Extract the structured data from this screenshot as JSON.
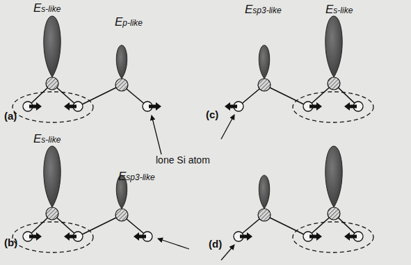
{
  "diagram": {
    "labels": [
      "Es-like",
      "Ep-like",
      "(a)",
      "lone Si atom",
      "Es-like",
      "Esp3-like",
      "(b)",
      "Esp3-like",
      "Es-like",
      "(c)",
      "(d)"
    ]
  }
}
